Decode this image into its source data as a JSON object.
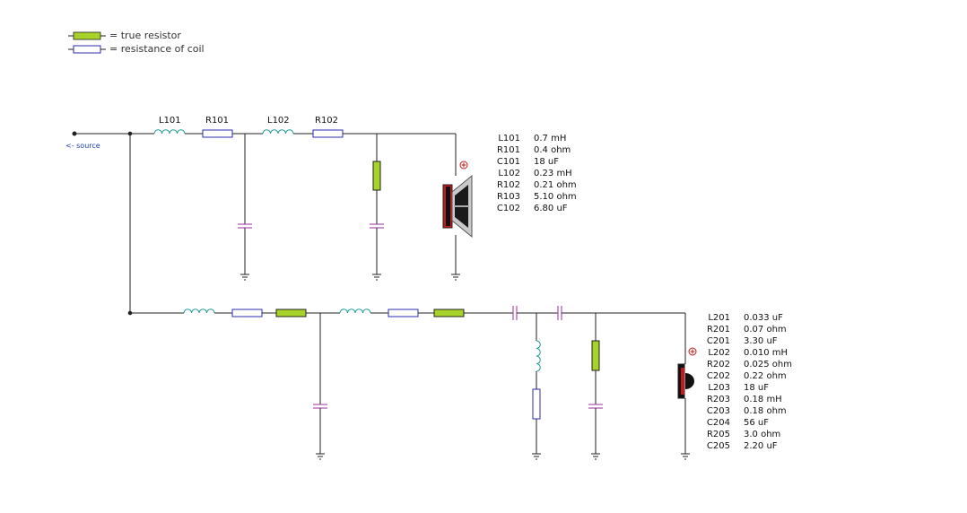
{
  "legend": {
    "true_resistor": "= true resistor",
    "coil_resistance": "= resistance of coil"
  },
  "source_label": "<- source",
  "labels": {
    "L101": "L101",
    "R101": "R101",
    "L102": "L102",
    "R102": "R102"
  },
  "colors": {
    "wire": "#222222",
    "inductor": "#1a9a9a",
    "capacitor": "#9a2f9a",
    "true_resistor_fill": "#a6d22a",
    "coil_resistor_outline": "#2b2bb0",
    "speaker_magnet": "#c01a1a",
    "polarity": "#c01a1a"
  },
  "woofer_values": [
    {
      "name": "L101",
      "value": "0.7 mH"
    },
    {
      "name": "R101",
      "value": "0.4 ohm"
    },
    {
      "name": "C101",
      "value": "18 uF"
    },
    {
      "name": "L102",
      "value": "0.23 mH"
    },
    {
      "name": "R102",
      "value": "0.21 ohm"
    },
    {
      "name": "R103",
      "value": "5.10 ohm"
    },
    {
      "name": "C102",
      "value": "6.80 uF"
    }
  ],
  "tweeter_values": [
    {
      "name": "L201",
      "value": "0.033 uF"
    },
    {
      "name": "R201",
      "value": "0.07 ohm"
    },
    {
      "name": "C201",
      "value": "3.30 uF"
    },
    {
      "name": "L202",
      "value": "0.010 mH"
    },
    {
      "name": "R202",
      "value": "0.025 ohm"
    },
    {
      "name": "C202",
      "value": "0.22 ohm"
    },
    {
      "name": "L203",
      "value": "18 uF"
    },
    {
      "name": "R203",
      "value": "0.18 mH"
    },
    {
      "name": "C203",
      "value": "0.18 ohm"
    },
    {
      "name": "C204",
      "value": "56 uF"
    },
    {
      "name": "R205",
      "value": "3.0 ohm"
    },
    {
      "name": "C205",
      "value": "2.20 uF"
    }
  ]
}
